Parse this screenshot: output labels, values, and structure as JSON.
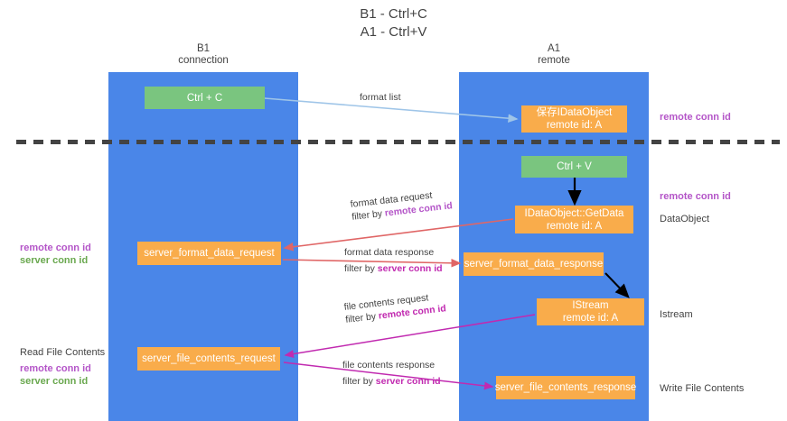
{
  "title": {
    "line1": "B1 - Ctrl+C",
    "line2": "A1 - Ctrl+V"
  },
  "columns": {
    "left": {
      "name": "B1",
      "role": "connection"
    },
    "right": {
      "name": "A1",
      "role": "remote"
    }
  },
  "nodes": {
    "ctrl_c": {
      "label": "Ctrl + C",
      "color": "#7ac57f"
    },
    "save_dataobject": {
      "line1": "保存IDataObject",
      "line2": "remote id: A",
      "color": "#f9ac4b"
    },
    "ctrl_v": {
      "label": "Ctrl + V",
      "color": "#7ac57f"
    },
    "getdata": {
      "line1": "IDataObject::GetData",
      "line2": "remote id: A",
      "color": "#f9ac4b"
    },
    "server_format_data_request": {
      "label": "server_format_data_request",
      "color": "#f9ac4b"
    },
    "server_format_data_response": {
      "label": "server_format_data_response",
      "color": "#f9ac4b"
    },
    "istream": {
      "line1": "IStream",
      "line2": "remote id: A",
      "color": "#f9ac4b"
    },
    "server_file_contents_request": {
      "label": "server_file_contents_request",
      "color": "#f9ac4b"
    },
    "server_file_contents_response": {
      "label": "server_file_contents_response",
      "color": "#f9ac4b"
    }
  },
  "annotations": {
    "remote_conn_id_top": "remote conn id",
    "remote_conn_id_mid": "remote conn id",
    "data_object": "DataObject",
    "istream": "Istream",
    "write_file_contents": "Write File Contents",
    "read_file_contents": "Read File Contents",
    "remote_conn_id_left_1": "remote conn id",
    "server_conn_id_left_1": "server conn id",
    "remote_conn_id_left_2": "remote conn id",
    "server_conn_id_left_2": "server conn id"
  },
  "edges": {
    "format_list": {
      "label": "format list"
    },
    "format_data_request": {
      "label": "format data request",
      "filter_prefix": "filter by ",
      "filter_key": "remote conn id"
    },
    "format_data_response": {
      "label": "format data response",
      "filter_prefix": "filter by ",
      "filter_key": "server conn id"
    },
    "file_contents_request": {
      "label": "file contents request",
      "filter_prefix": "filter by ",
      "filter_key": "remote conn id"
    },
    "file_contents_response": {
      "label": "file contents response",
      "filter_prefix": "filter by ",
      "filter_key": "server conn id"
    }
  },
  "colors": {
    "lane": "#4a86e8",
    "green_node": "#7ac57f",
    "orange_node": "#f9ac4b",
    "purple_text": "#b455c8",
    "green_text": "#6aa84f",
    "arrow_blue": "#9fc5e8",
    "arrow_red": "#e06666",
    "arrow_magenta": "#c12ab0",
    "arrow_black": "#000000",
    "divider": "#434343"
  }
}
